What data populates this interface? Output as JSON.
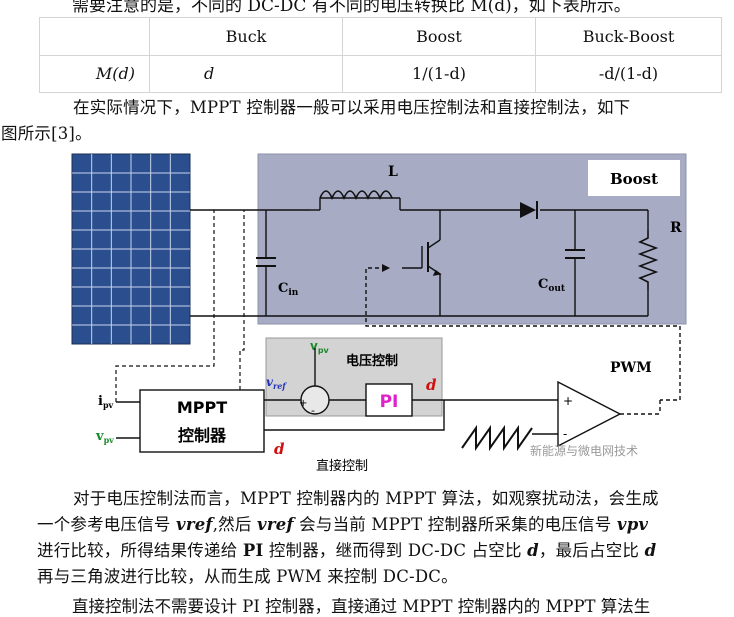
{
  "top_cut_text": "需要注意的是，不同的 DC-DC 有不同的电压转换比 M(d)，如下表所示。",
  "table": {
    "headers": [
      "",
      "Buck",
      "Boost",
      "Buck-Boost"
    ],
    "row_label": "M(d)",
    "row_values": [
      "d",
      "1/(1-d)",
      "-d/(1-d)"
    ]
  },
  "intro_paragraph": {
    "line1": "在实际情况下，MPPT 控制器一般可以采用电压控制法和直接控制法，如下",
    "line2": "图所示[3]。"
  },
  "diagram": {
    "boost_label": "Boost",
    "inductor_label": "L",
    "resistor_label": "R",
    "cin_label": "C",
    "cin_sub": "in",
    "cout_label": "C",
    "cout_sub": "out",
    "vpv_label": "v",
    "vpv_sub": "pv",
    "voltage_control_label": "电压控制",
    "vref_label": "v",
    "vref_sub": "ref",
    "plus_sign": "+",
    "minus_sign": "-",
    "pi_label": "PI",
    "d_label": "d",
    "pwm_label": "PWM",
    "ipv_label": "i",
    "ipv_sub": "pv",
    "mppt_line1": "MPPT",
    "mppt_line2": "控制器",
    "vpv2_label": "v",
    "vpv2_sub": "pv",
    "d2_label": "d",
    "direct_control_label": "直接控制",
    "watermark": "新能源与微电网技术",
    "colors": {
      "boost_bg": "#a7abc4",
      "control_bg": "#d3d3d3",
      "vpv_green": "#1a8a2a",
      "vref_blue": "#2233bb",
      "pi_magenta": "#e020c8",
      "d_red": "#d01010",
      "panel_blue": "#2b4f8e"
    }
  },
  "body_paragraph": {
    "l1_a": "对于电压控制法而言，MPPT 控制器内的 MPPT 算法，如观察扰动法，会生成",
    "l2_a": "一个参考电压信号 ",
    "l2_vref": "vref",
    "l2_b": ",然后 ",
    "l2_vref2": "vref",
    "l2_c": " 会与当前 MPPT 控制器所采集的电压信号 ",
    "l2_vpv": "vpv",
    "l3_a": "进行比较，所得结果传递给 ",
    "l3_pi": "PI",
    "l3_b": " 控制器，继而得到 DC-DC 占空比 ",
    "l3_d": "d",
    "l3_c": "，最后占空比 ",
    "l3_d2": "d",
    "l4": "再与三角波进行比较，从而生成 PWM 来控制 DC-DC。"
  },
  "bottom_cut_text": "直接控制法不需要设计 PI 控制器，直接通过 MPPT 控制器内的 MPPT 算法生"
}
